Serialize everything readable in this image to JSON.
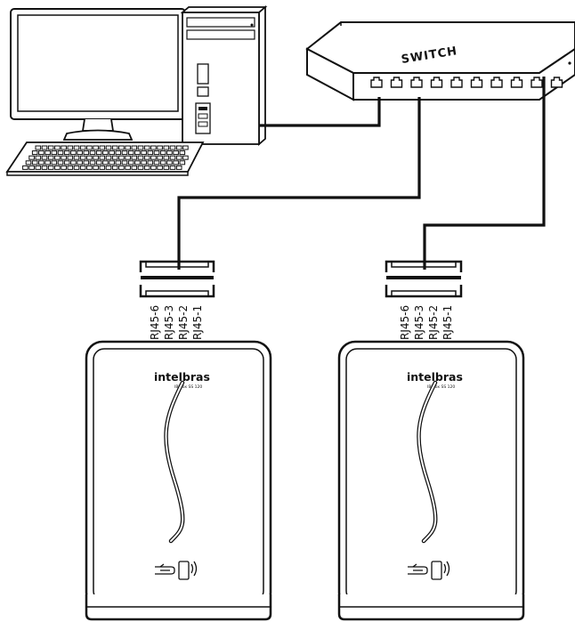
{
  "switch": {
    "label": "SWITCH",
    "port_count": 10
  },
  "readers": [
    {
      "brand": "intelbras",
      "model": "IBProx SS 120",
      "pins": [
        "RJ45-6",
        "RJ45-3",
        "RJ45-2",
        "RJ45-1"
      ]
    },
    {
      "brand": "intelbras",
      "model": "IBProx SS 120",
      "pins": [
        "RJ45-6",
        "RJ45-3",
        "RJ45-2",
        "RJ45-1"
      ]
    }
  ],
  "colors": {
    "line": "#111111",
    "background": "#ffffff"
  }
}
